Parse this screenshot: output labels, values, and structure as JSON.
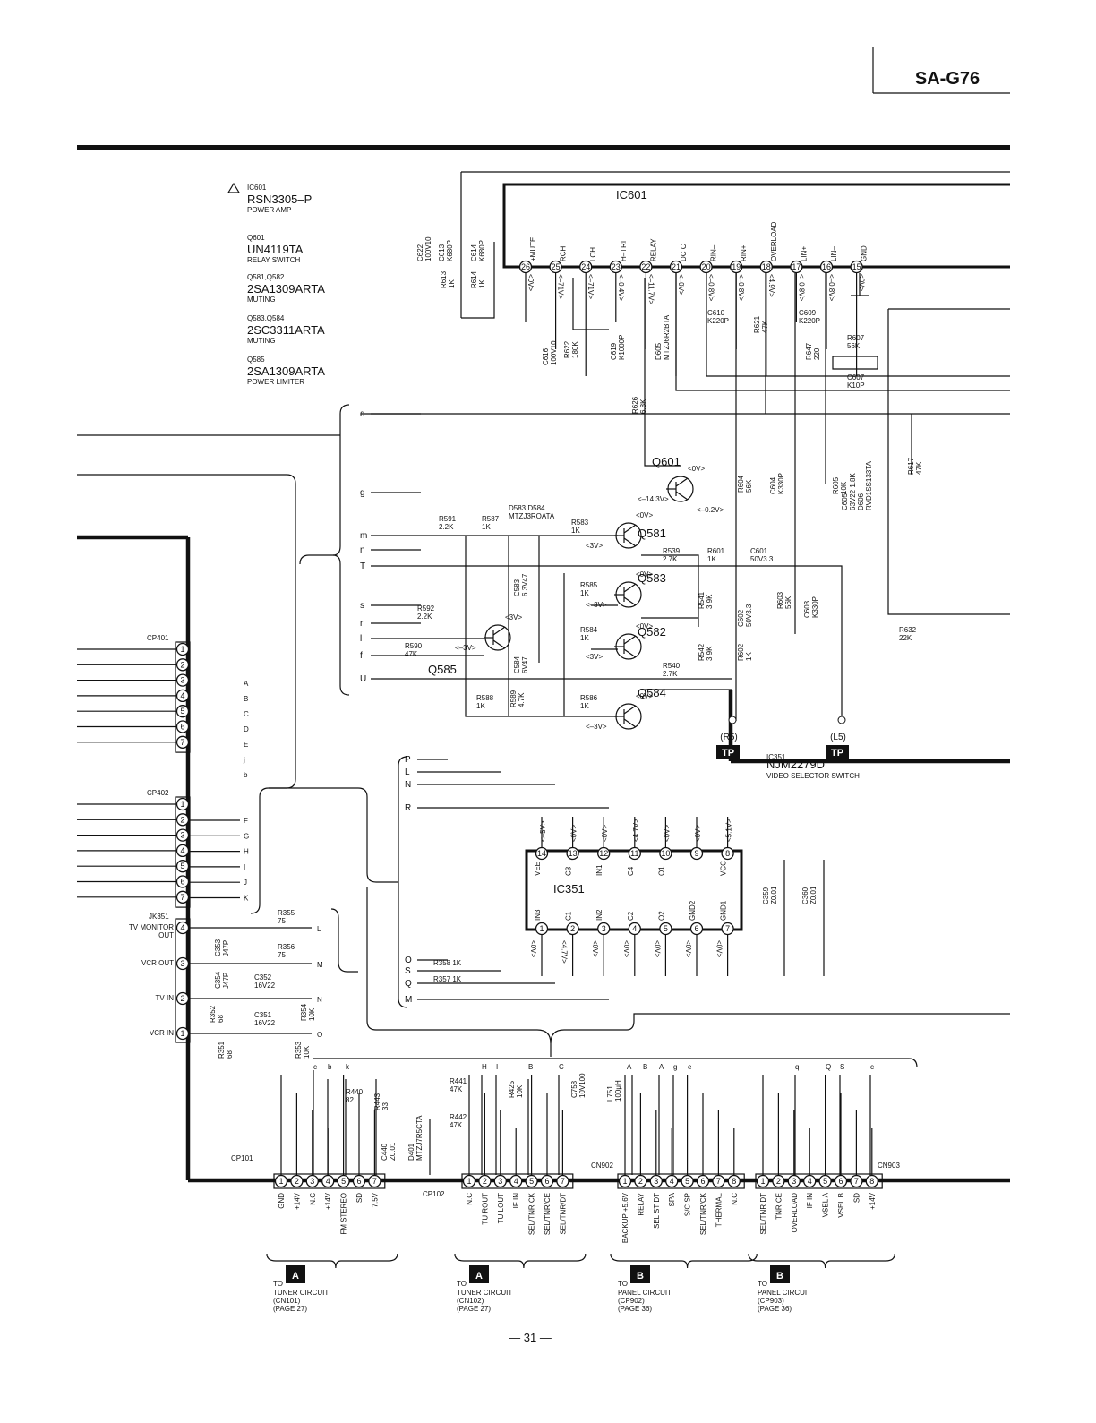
{
  "header": {
    "model": "SA-G76"
  },
  "footer": {
    "page": "— 31 —"
  },
  "parts_list": [
    {
      "ref": "IC601",
      "part": "RSN3305–P",
      "desc": "POWER AMP"
    },
    {
      "ref": "Q601",
      "part": "UN4119TA",
      "desc": "RELAY SWITCH"
    },
    {
      "ref": "Q581,Q582",
      "part": "2SA1309ARTA",
      "desc": "MUTING"
    },
    {
      "ref": "Q583,Q584",
      "part": "2SC3311ARTA",
      "desc": "MUTING"
    },
    {
      "ref": "Q585",
      "part": "2SA1309ARTA",
      "desc": "POWER LIMITER"
    }
  ],
  "ic601": {
    "label": "IC601",
    "pins": [
      {
        "n": "26",
        "name": "+MUTE",
        "v": "<0V>"
      },
      {
        "n": "25",
        "name": "RCH",
        "v": "<–71V>"
      },
      {
        "n": "24",
        "name": "LCH",
        "v": "<–71V>"
      },
      {
        "n": "23",
        "name": "H–TRI",
        "v": "<–0.4V>"
      },
      {
        "n": "22",
        "name": "RELAY",
        "v": "<–11.7V>"
      },
      {
        "n": "21",
        "name": "DC C",
        "v": "<–0V>"
      },
      {
        "n": "20",
        "name": "RIN–",
        "v": "<–0.8V>"
      },
      {
        "n": "19",
        "name": "RIN+",
        "v": "<–0.8V>"
      },
      {
        "n": "18",
        "name": "OVERLOAD",
        "v": "<4.9V>"
      },
      {
        "n": "17",
        "name": "LIN+",
        "v": "<–0.8V>"
      },
      {
        "n": "16",
        "name": "LIN–",
        "v": "<–0.8V>"
      },
      {
        "n": "15",
        "name": "GND",
        "v": "<0V>"
      }
    ]
  },
  "components_top": [
    "C622\n100V10",
    "C613\nK680P",
    "C614\nK680P",
    "R613\n1K",
    "R614\n1K",
    "C616\n100V10",
    "R622\n180K",
    "C619\nK1000P",
    "D605\nMTZJ6R2BTA",
    "C610\nK220P",
    "R621\n47K",
    "C609\nK220P",
    "R647\n220",
    "R607\n56K",
    "C607\nK10P",
    "R626\n6.8K",
    "R604\n56K",
    "C604\nK330P",
    "R605\n10K",
    "C605\n63V22 1.8K",
    "D606\nRVD1SS133TA",
    "R617\n47K"
  ],
  "transistors": [
    {
      "label": "Q601",
      "v1": "<0V>",
      "v2": "<–14.3V>",
      "v3": "<–0.2V>"
    },
    {
      "label": "Q581",
      "v1": "<0V>",
      "v2": "<3V>"
    },
    {
      "label": "Q583",
      "v1": "<0V>",
      "v2": "<–3V>"
    },
    {
      "label": "Q582",
      "v1": "<0V>",
      "v2": "<3V>"
    },
    {
      "label": "Q584",
      "v1": "<0V>",
      "v2": "<–3V>"
    },
    {
      "label": "Q585",
      "v1": "<3V>",
      "v2": "<–3V>"
    }
  ],
  "mute_parts": [
    "D583,D584\nMTZJ3ROATA",
    "R591\n2.2K",
    "R587\n1K",
    "R583\n1K",
    "R539\n2.7K",
    "R601\n1K",
    "C601\n50V3.3",
    "R585\n1K",
    "R541\n3.9K",
    "C602\n50V3.3",
    "R603\n56K",
    "C603\nK330P",
    "R592\n2.2K",
    "R590\n47K",
    "C583\n6.3V47",
    "C584\n6V47",
    "R584\n1K",
    "R542\n3.9K",
    "R602\n1K",
    "R540\n2.7K",
    "R588\n1K",
    "R589\n4.7K",
    "R586\n1K",
    "R632\n22K"
  ],
  "tp": [
    {
      "label": "(R5)",
      "box": "TP"
    },
    {
      "label": "(L5)",
      "box": "TP"
    }
  ],
  "ic351": {
    "ref": "IC351",
    "part": "NJM2279D",
    "desc": "VIDEO SELECTOR SWITCH",
    "label": "IC351",
    "top_pins": [
      {
        "n": "14",
        "name": "VEE",
        "v": "<–5V>"
      },
      {
        "n": "13",
        "name": "C3",
        "v": "<0V>"
      },
      {
        "n": "12",
        "name": "IN1",
        "v": "<0V>"
      },
      {
        "n": "11",
        "name": "C4",
        "v": "<4.7V>"
      },
      {
        "n": "10",
        "name": "O1",
        "v": "<0V>"
      },
      {
        "n": "9",
        "name": "",
        "v": "<0V>"
      },
      {
        "n": "8",
        "name": "VCC",
        "v": "<5.1V>"
      }
    ],
    "bottom_pins": [
      {
        "n": "1",
        "name": "IN3",
        "v": "<0V>"
      },
      {
        "n": "2",
        "name": "C1",
        "v": "<4.7V>"
      },
      {
        "n": "3",
        "name": "IN2",
        "v": "<0V>"
      },
      {
        "n": "4",
        "name": "C2",
        "v": "<0V>"
      },
      {
        "n": "5",
        "name": "O2",
        "v": "<0V>"
      },
      {
        "n": "6",
        "name": "GND2",
        "v": "<0V>"
      },
      {
        "n": "7",
        "name": "GND1",
        "v": "<0V>"
      }
    ],
    "caps": [
      "C359\nZ0.01",
      "C360\nZ0.01"
    ]
  },
  "left_connectors": {
    "cp401": {
      "label": "CP401",
      "pins": [
        "1",
        "2",
        "3",
        "4",
        "5",
        "6",
        "7"
      ],
      "signals": [
        "A",
        "B",
        "C",
        "D",
        "E",
        "j",
        "b"
      ]
    },
    "cp402": {
      "label": "CP402",
      "pins": [
        "1",
        "2",
        "3",
        "4",
        "5",
        "6",
        "7"
      ],
      "signals": [
        "F",
        "G",
        "H",
        "I",
        "J",
        "K"
      ]
    },
    "jk351": {
      "label": "JK351",
      "pins": [
        {
          "n": "4",
          "name": "TV MONITOR\nOUT"
        },
        {
          "n": "3",
          "name": "VCR OUT"
        },
        {
          "n": "2",
          "name": "TV IN"
        },
        {
          "n": "1",
          "name": "VCR IN"
        }
      ],
      "signals": [
        "L",
        "M",
        "N",
        "O"
      ]
    },
    "jk_parts": [
      "R355\n75",
      "C353\nJ47P",
      "R356\n75",
      "C354\nJ47P",
      "C352\n16V22",
      "R352\n68",
      "C351\n16V22",
      "R354\n10K",
      "R351\n68",
      "R353\n10K"
    ]
  },
  "bus_left_letters": [
    "q",
    "g",
    "m",
    "n",
    "T",
    "s",
    "r",
    "l",
    "f",
    "U"
  ],
  "bus_mid_letters": [
    "P",
    "L",
    "N",
    "R",
    "O",
    "S",
    "Q",
    "M"
  ],
  "ic351_resistors": [
    "R358\n1K",
    "R357\n1K"
  ],
  "bottom_parts": [
    "R440\n82",
    "R443\n33",
    "C440\nZ0.01",
    "D401\nMTZJ7R5CTA",
    "R441\n47K",
    "R442\n47K",
    "R425\n10K",
    "C758\n10V100",
    "L751\n100μH"
  ],
  "bottom_letters_top": [
    "c",
    "b",
    "k",
    "H",
    "I",
    "B",
    "C",
    "A",
    "B",
    "A",
    "g",
    "e",
    "q",
    "Q",
    "S",
    "c"
  ],
  "bottom_connectors": [
    {
      "label": "CP101",
      "pins": [
        "1",
        "2",
        "3",
        "4",
        "5",
        "6",
        "7"
      ],
      "names": [
        "GND",
        "+14V",
        "N.C",
        "+14V",
        "FM STEREO",
        "SD",
        "7.5V"
      ],
      "to": "TO",
      "box": "A",
      "dest": "TUNER CIRCUIT\n(CN101)\n(PAGE 27)"
    },
    {
      "label": "CP102",
      "pins": [
        "1",
        "2",
        "3",
        "4",
        "5",
        "6",
        "7"
      ],
      "names": [
        "N.C",
        "TU ROUT",
        "TU LOUT",
        "IF IN",
        "SEL/TNR CK",
        "SEL/TNR/CE",
        "SEL/TNR/DT"
      ],
      "to": "TO",
      "box": "A",
      "dest": "TUNER CIRCUIT\n(CN102)\n(PAGE 27)"
    },
    {
      "label": "CN902",
      "pins": [
        "1",
        "2",
        "3",
        "4",
        "5",
        "6",
        "7",
        "8"
      ],
      "names": [
        "BACKUP +5.6V",
        "RELAY",
        "SEL ST DT",
        "SPA",
        "S/C SP",
        "SEL/TNR/CK",
        "THERMAL",
        "N.C"
      ],
      "to": "TO",
      "box": "B",
      "dest": "PANEL CIRCUIT\n(CP902)\n(PAGE 36)"
    },
    {
      "label": "CN903",
      "pins": [
        "1",
        "2",
        "3",
        "4",
        "5",
        "6",
        "7",
        "8"
      ],
      "names": [
        "SEL/TNR DT",
        "TNR CE",
        "OVERLOAD",
        "IF IN",
        "VSEL A",
        "VSEL B",
        "SD",
        "+14V"
      ],
      "to": "TO",
      "box": "B",
      "dest": "PANEL CIRCUIT\n(CP903)\n(PAGE 36)"
    }
  ]
}
